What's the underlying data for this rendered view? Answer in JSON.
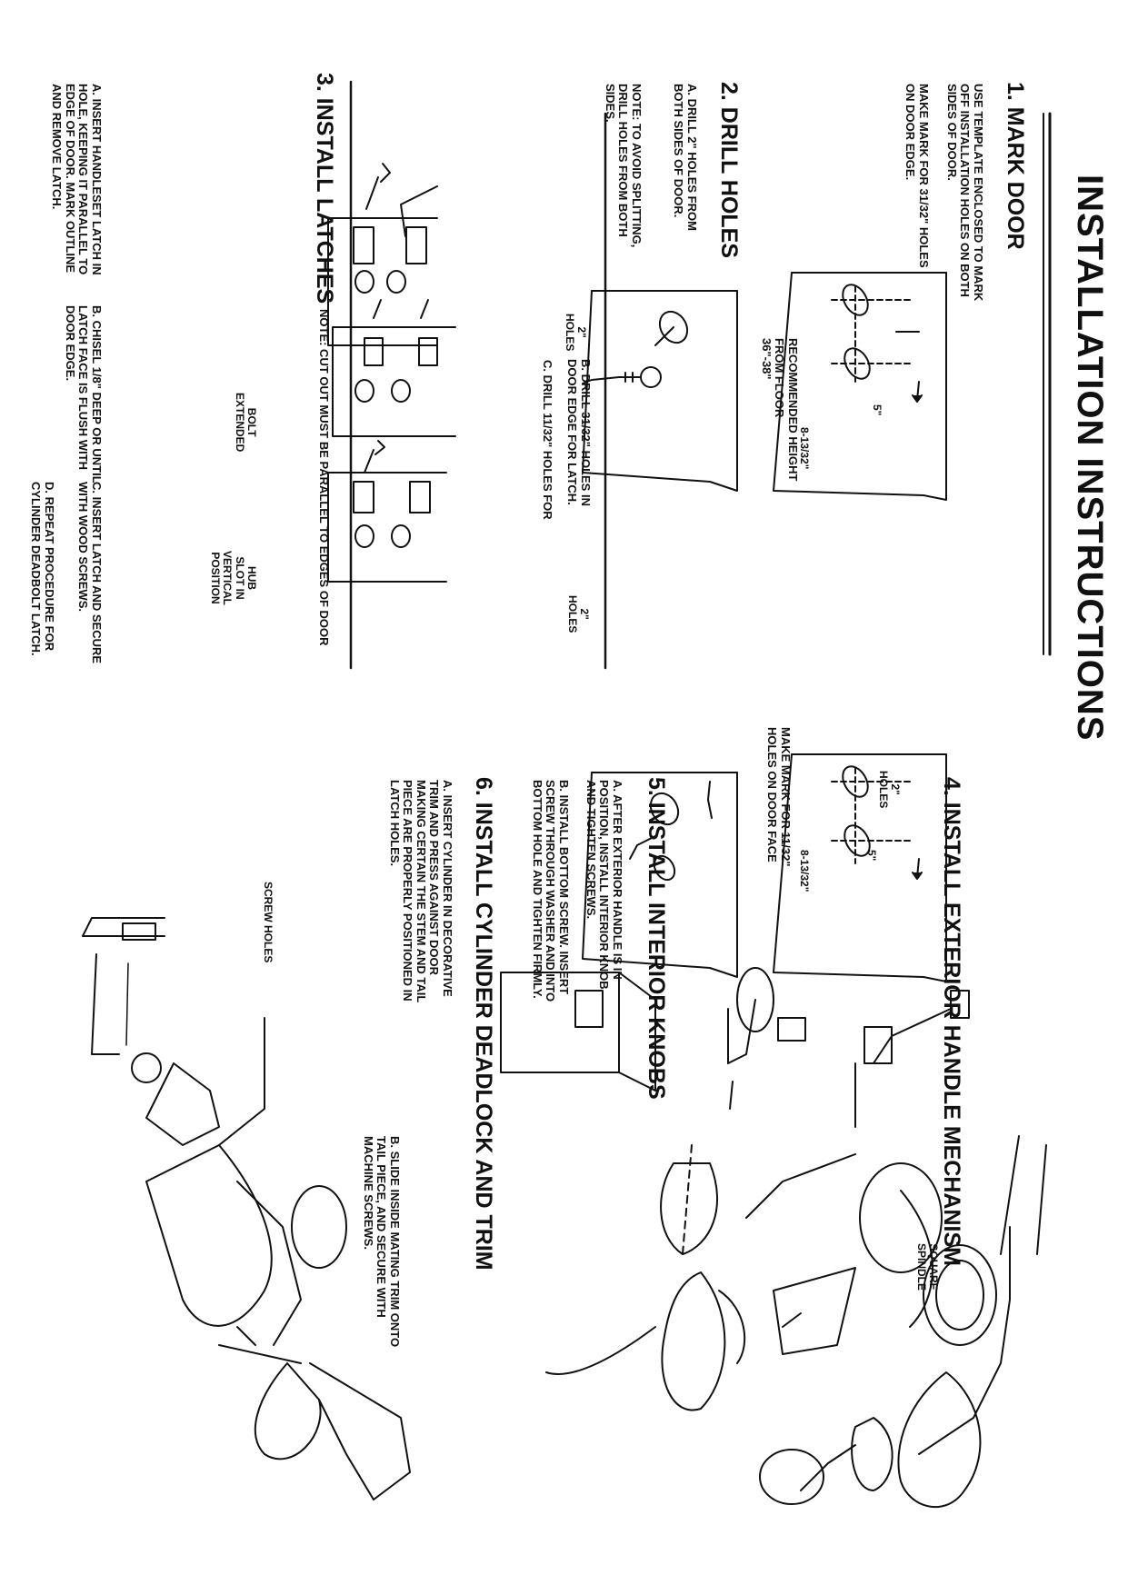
{
  "title": "INSTALLATION INSTRUCTIONS",
  "sections": {
    "s1": {
      "heading": "1. MARK DOOR",
      "p1": "USE TEMPLATE ENCLOSED TO MARK\nOFF INSTALLATION HOLES ON BOTH\nSIDES OF DOOR.",
      "p2": "MAKE MARK FOR 31/32\" HOLES\nON DOOR EDGE.",
      "rec": "RECOMMENDED HEIGHT\nFROM FLOOR\n36\"-38\"",
      "mark_face": "MAKE MARK FOR 11/32\"\nHOLES ON DOOR FACE",
      "dim_a": "5\"",
      "dim_b": "8-13/32\"",
      "dim_c": "2\"\nHOLES",
      "dim_d": "5\"",
      "dim_e": "8-13/32\""
    },
    "s2": {
      "heading": "2. DRILL HOLES",
      "a": "A. DRILL 2\" HOLES FROM\nBOTH SIDES OF DOOR.",
      "note": "NOTE: TO AVOID SPLITTING,\nDRILL HOLES FROM BOTH\nSIDES.",
      "b": "B. DRILL 31/32\" HOLES IN\nDOOR EDGE FOR LATCH.",
      "c": "C. DRILL 11/32\" HOLES FOR",
      "holes_left": "2\"\nHOLES",
      "holes_right": "2\"\nHOLES"
    },
    "s3": {
      "heading": "3. INSTALL LATCHES",
      "note": "NOTE: CUT OUT MUST BE PARALLEL TO EDGES OF DOOR",
      "a": "A. INSERT HANDLESET LATCH IN\nHOLE, KEEPING IT PARALLEL TO\nEDGE OF DOOR. MARK OUTLINE\nAND REMOVE LATCH.",
      "b": "B. CHISEL 1/8\" DEEP OR UNTIL\nLATCH FACE IS FLUSH WITH\nDOOR EDGE.",
      "c": "C. INSERT LATCH AND SECURE\nWITH WOOD SCREWS.",
      "d": "D. REPEAT PROCEDURE FOR\nCYLINDER DEADBOLT LATCH.",
      "bolt": "BOLT\nEXTENDED",
      "hub": "HUB\nSLOT IN\nVERTICAL\nPOSITION"
    },
    "s4": {
      "heading": "4. INSTALL EXTERIOR HANDLE MECHANISM",
      "spindle": "SQUARE\nSPINDLE"
    },
    "s5": {
      "heading": "5. INSTALL INTERIOR KNOBS",
      "a": "A. AFTER EXTERIOR HANDLE IS IN\nPOSITION, INSTALL INTERIOR KNOB\nAND TIGHTEN SCREWS.",
      "b": "B. INSTALL BOTTOM SCREW. INSERT\nSCREW THROUGH WASHER AND INTO\nBOTTOM HOLE AND TIGHTEN FIRMLY."
    },
    "s6": {
      "heading": "6. INSTALL CYLINDER DEADLOCK AND TRIM",
      "a": "A. INSERT CYLINDER IN DECORATIVE\nTRIM AND PRESS AGAINST DOOR\nMAKING CERTAIN THE STEM AND TAIL\nPIECE ARE PROPERLY POSITIONED IN\nLATCH HOLES.",
      "b": "B. SLIDE INSIDE MATING TRIM ONTO\nTAIL PIECE, AND SECURE WITH\nMACHINE SCREWS.",
      "screw_holes": "SCREW HOLES"
    }
  }
}
